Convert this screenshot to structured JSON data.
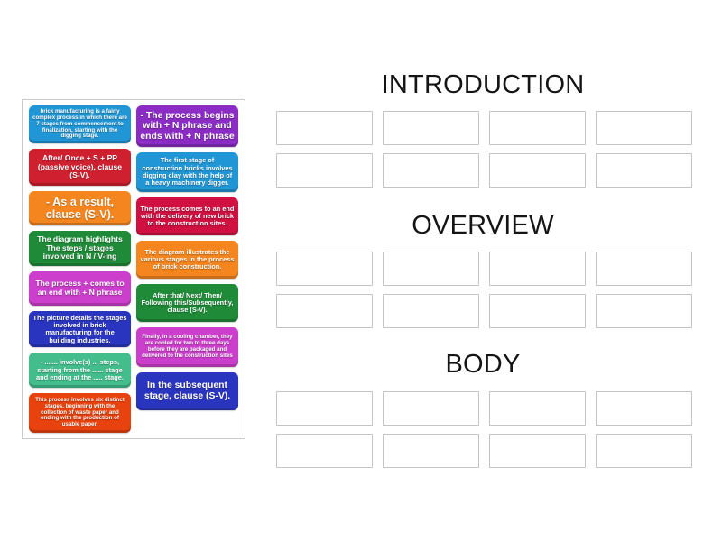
{
  "tray": {
    "name": "draggable-tiles-tray",
    "columns": [
      {
        "tiles": [
          {
            "text": "brick manufacturing is a fairly complex process in which there are 7 stages from commencement to finalization, starting with the digging stage.",
            "color": "#2196d6",
            "size": "h-46 fs-xs"
          },
          {
            "text": "After/ Once + S + PP (passive voice), clause (S-V).",
            "color": "#cf2030",
            "size": "h-44 fs-m"
          },
          {
            "text": "- As a result, clause (S-V).",
            "color": "#f5861f",
            "size": "h-42 fs-xl"
          },
          {
            "text": "The diagram highlights The steps / stages involved in N / V-ing",
            "color": "#1f8a38",
            "size": "h-42 fs-m"
          },
          {
            "text": "The process + comes to an end with + N phrase",
            "color": "#cc3fcc",
            "size": "h-42 fs-m"
          },
          {
            "text": "The picture details the stages involved in brick manufacturing for the building industries.",
            "color": "#2a35bf",
            "size": "h-44 fs-s"
          },
          {
            "text": "- ....... involve(s) ... steps, starting from the ...... stage and ending at the ..... stage.",
            "color": "#43bd8c",
            "size": "h-42 fs-s"
          },
          {
            "text": "This process involves six distinct stages, beginning with the collection of waste paper and ending with the production of usable paper.",
            "color": "#e8420e",
            "size": "h-48 fs-xs"
          }
        ]
      },
      {
        "tiles": [
          {
            "text": "- The process begins with + N phrase and ends with + N phrase",
            "color": "#8b2cc4",
            "size": "h-46 fs-l"
          },
          {
            "text": "The first stage of construction bricks involves digging clay with the help of a heavy machinery digger.",
            "color": "#2196d6",
            "size": "h-44 fs-s"
          },
          {
            "text": "The process comes to an end with the delivery of new brick to the construction sites.",
            "color": "#cf1040",
            "size": "h-42 fs-s"
          },
          {
            "text": "The diagram illustrates the various stages in the process of brick construction.",
            "color": "#f5861f",
            "size": "h-42 fs-s"
          },
          {
            "text": "After that/ Next/ Then/ Following this/Subsequently, clause (S-V).",
            "color": "#1f8a38",
            "size": "h-42 fs-s"
          },
          {
            "text": "Finally, in a cooling chamber, they are cooled for two to three days before they are packaged and delivered to the construction sites",
            "color": "#cc3fcc",
            "size": "h-44 fs-xs"
          },
          {
            "text": "In the subsequent stage, clause (S-V).",
            "color": "#2a35bf",
            "size": "h-42 fs-l"
          }
        ]
      }
    ]
  },
  "zones": [
    {
      "heading": "INTRODUCTION",
      "slot_count": 8
    },
    {
      "heading": "OVERVIEW",
      "slot_count": 8
    },
    {
      "heading": "BODY",
      "slot_count": 8
    }
  ],
  "colors": {
    "page_background": "#ffffff",
    "tray_border": "#c9c9c9",
    "slot_border": "#c4c4c4",
    "heading_text": "#151515"
  }
}
